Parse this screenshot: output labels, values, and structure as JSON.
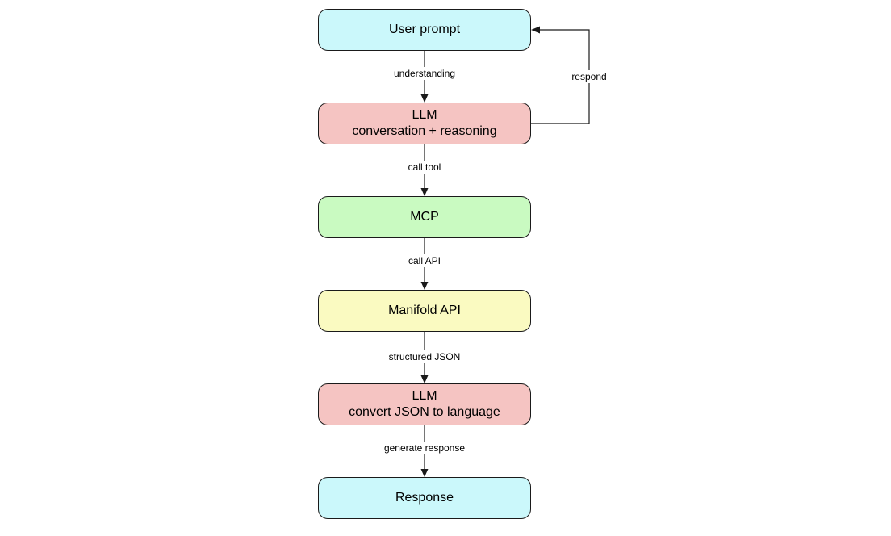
{
  "nodes": [
    {
      "id": "user-prompt",
      "lines": [
        "User prompt"
      ],
      "color": "#cbf8fb"
    },
    {
      "id": "llm-conversation-reasoning",
      "lines": [
        "LLM",
        "conversation + reasoning"
      ],
      "color": "#f5c4c2"
    },
    {
      "id": "mcp",
      "lines": [
        "MCP"
      ],
      "color": "#c9fac1"
    },
    {
      "id": "manifold-api",
      "lines": [
        "Manifold API"
      ],
      "color": "#fafac1"
    },
    {
      "id": "llm-convert-json",
      "lines": [
        "LLM",
        "convert JSON to language"
      ],
      "color": "#f5c4c2"
    },
    {
      "id": "response",
      "lines": [
        "Response"
      ],
      "color": "#cbf8fb"
    }
  ],
  "edges": [
    {
      "from": "User prompt",
      "to": "LLM conversation + reasoning",
      "label": "understanding"
    },
    {
      "from": "LLM conversation + reasoning",
      "to": "MCP",
      "label": "call tool"
    },
    {
      "from": "MCP",
      "to": "Manifold API",
      "label": "call API"
    },
    {
      "from": "Manifold API",
      "to": "LLM convert JSON to language",
      "label": "structured JSON"
    },
    {
      "from": "LLM convert JSON to language",
      "to": "Response",
      "label": "generate response"
    },
    {
      "from": "LLM conversation + reasoning",
      "to": "User prompt",
      "label": "respond"
    }
  ],
  "colors": {
    "line": "#1a1a1a",
    "background": "#ffffff",
    "text": "#000000",
    "node_cyan": "#cbf8fb",
    "node_pink": "#f5c4c2",
    "node_green": "#c9fac1",
    "node_yellow": "#fafac1"
  }
}
